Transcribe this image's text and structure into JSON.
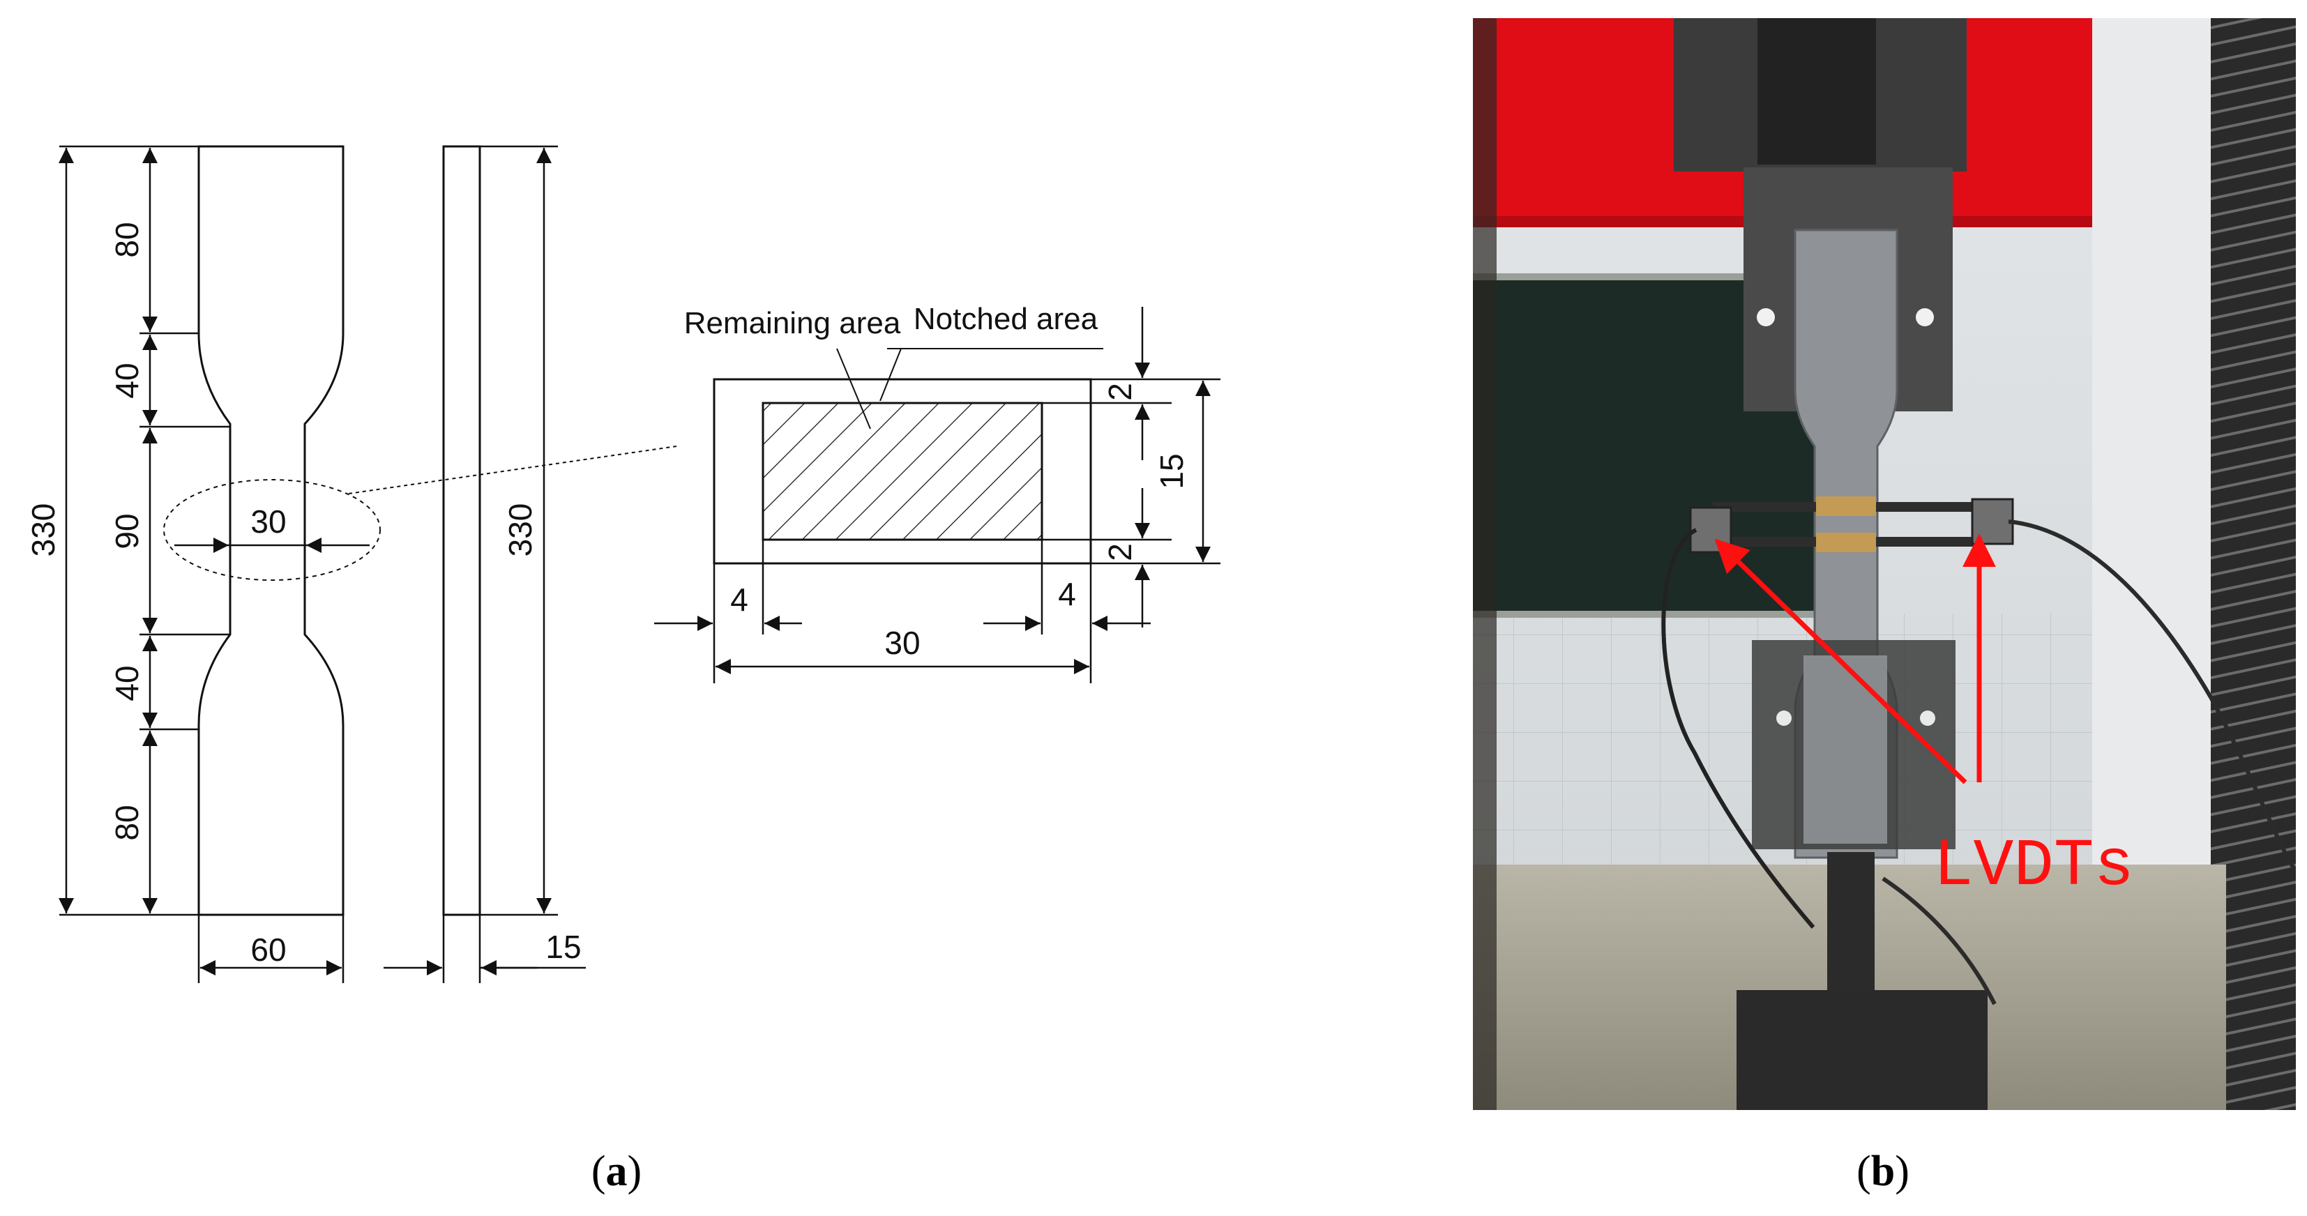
{
  "drawing": {
    "front_view": {
      "total_length": "330",
      "segments": [
        "80",
        "40",
        "90",
        "40",
        "80"
      ],
      "grip_width": "60",
      "neck_width": "30"
    },
    "side_view": {
      "total_length": "330",
      "thickness": "15"
    },
    "section": {
      "label_remaining": "Remaining area",
      "label_notched": "Notched area",
      "width": "30",
      "height": "15",
      "top_margin": "2",
      "bottom_margin": "2",
      "left_margin": "4",
      "right_margin": "4"
    }
  },
  "photo": {
    "annotation": "LVDTs",
    "annotation_color": "#ff1010"
  },
  "panels": {
    "a": {
      "open": "(",
      "letter": "a",
      "close": ")"
    },
    "b": {
      "open": "(",
      "letter": "b",
      "close": ")"
    }
  }
}
